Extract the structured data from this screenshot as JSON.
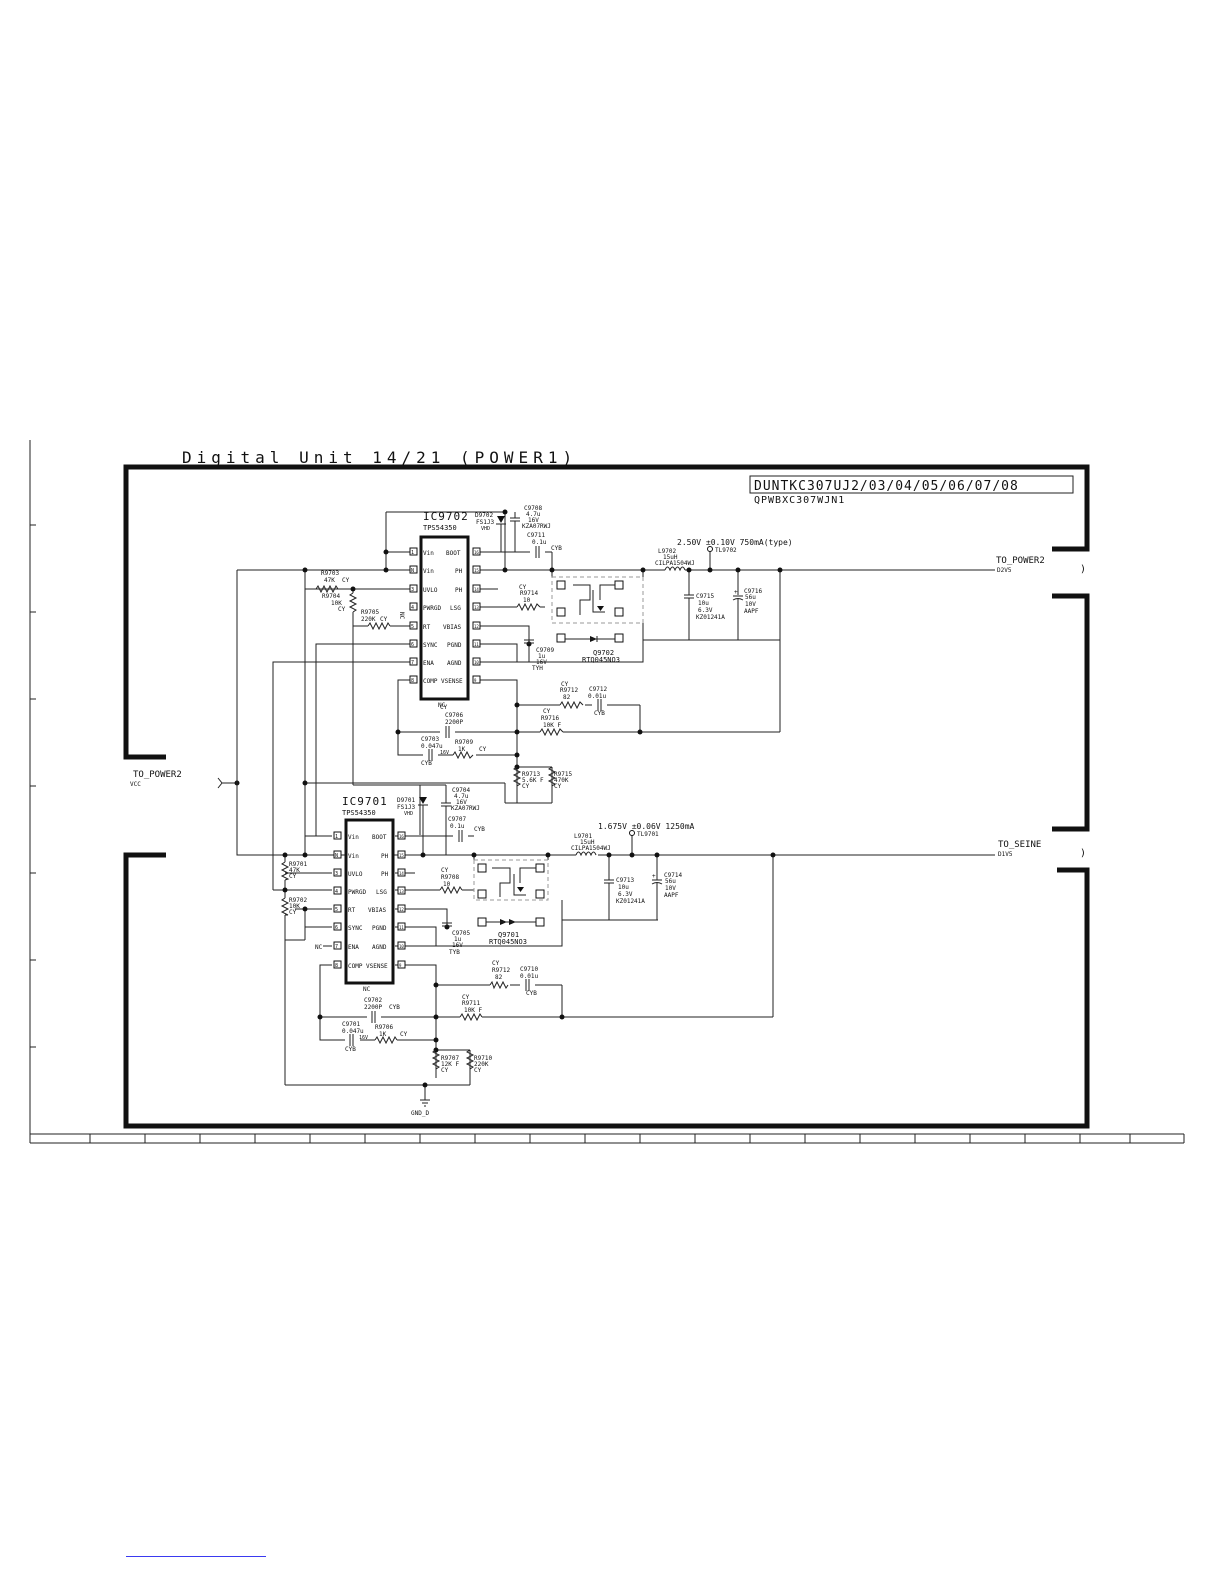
{
  "title": "Digital Unit 14/21 (POWER1)",
  "model_box": "DUNTKC307UJ2/03/04/05/06/07/08",
  "part_no": "QPWBXC307WJN1",
  "connectors": {
    "left_in": "TO_POWER2",
    "left_in_net": "VCC",
    "out1": "TO_POWER2",
    "out1_net": "D2V5",
    "out2": "TO_SEINE",
    "out2_net": "D1V5"
  },
  "gnd_label": "GND_D",
  "nc": "NC",
  "ic1": {
    "ref": "IC9702",
    "part": "TPS54350",
    "nc_bottom": "NC",
    "left_pins": [
      {
        "num": "1",
        "name": "Vin"
      },
      {
        "num": "N",
        "name": "Vin"
      },
      {
        "num": "3",
        "name": "UVLO"
      },
      {
        "num": "4",
        "name": "PWRGD"
      },
      {
        "num": "5",
        "name": "RT"
      },
      {
        "num": "6",
        "name": "SYNC"
      },
      {
        "num": "7",
        "name": "ENA"
      },
      {
        "num": "8",
        "name": "COMP"
      }
    ],
    "right_pins": [
      {
        "num": "16",
        "name": "BOOT"
      },
      {
        "num": "15",
        "name": "PH"
      },
      {
        "num": "14",
        "name": "PH"
      },
      {
        "num": "13",
        "name": "LSG"
      },
      {
        "num": "12",
        "name": "VBIAS"
      },
      {
        "num": "11",
        "name": "PGND"
      },
      {
        "num": "10",
        "name": "AGND"
      },
      {
        "num": "9",
        "name": "VSENSE"
      }
    ]
  },
  "ic2": {
    "ref": "IC9701",
    "part": "TPS54350",
    "nc_bottom": "NC",
    "left_pins": [
      {
        "num": "1",
        "name": "Vin"
      },
      {
        "num": "N",
        "name": "Vin"
      },
      {
        "num": "3",
        "name": "UVLO"
      },
      {
        "num": "4",
        "name": "PWRGD"
      },
      {
        "num": "5",
        "name": "RT"
      },
      {
        "num": "6",
        "name": "SYNC"
      },
      {
        "num": "7",
        "name": "ENA"
      },
      {
        "num": "8",
        "name": "COMP"
      }
    ],
    "right_pins": [
      {
        "num": "16",
        "name": "BOOT"
      },
      {
        "num": "15",
        "name": "PH"
      },
      {
        "num": "14",
        "name": "PH"
      },
      {
        "num": "13",
        "name": "LSG"
      },
      {
        "num": "12",
        "name": "VBIAS"
      },
      {
        "num": "11",
        "name": "PGND"
      },
      {
        "num": "10",
        "name": "AGND"
      },
      {
        "num": "9",
        "name": "VSENSE"
      }
    ]
  },
  "rail1": {
    "voltage": "2.50V ±0.10V 750mA(type)",
    "tp": "TL9702"
  },
  "rail2": {
    "voltage": "1.675V ±0.06V 1250mA",
    "tp": "TL9701"
  },
  "q1": {
    "ref": "Q9702",
    "part": "RTQ045NO3"
  },
  "q2": {
    "ref": "Q9701",
    "part": "RTQ045NO3"
  },
  "components": {
    "c9708": "C9708",
    "c9708_v": "4.7u",
    "c9708_r": "16V",
    "c9708_p": "KZA07RWJ",
    "d9702": "D9702",
    "d9702_p": "FS1J3",
    "d9702_v": "VHD",
    "c9711": "C9711",
    "c9711_v": "0.1u",
    "c9711_c": "CYB",
    "l9702": "L9702",
    "l9702_v": "15uH",
    "l9702_p": "CILPA1504WJ",
    "r9703": "R9703",
    "r9703_v": "47K",
    "cy": "CY",
    "r9704": "R9704",
    "r9704_v": "10K",
    "r9705": "R9705",
    "r9705_v": "220K",
    "r9714": "R9714",
    "r9714_v": "10",
    "c9715": "C9715",
    "c9715_v": "10u",
    "c9715_r": "6.3V",
    "c9715_p": "KZ01241A",
    "c9716": "C9716",
    "c9716_v": "56u",
    "c9716_r": "10V",
    "c9716_p": "AAPF",
    "c9709": "C9709",
    "c9709_v": "1u",
    "c9709_r": "16V",
    "c9709_c": "TYH",
    "r9712a": "R9712",
    "r9712a_v": "82",
    "c9712": "C9712",
    "c9712_v": "0.01u",
    "c9712_c": "CYB",
    "r9716": "R9716",
    "r9716_v": "10K F",
    "c9706": "C9706",
    "c9706_v": "2200P",
    "cyb": "CYB",
    "c9703": "C9703",
    "c9703_v": "0.047u",
    "c9703_r": "16V",
    "r9709": "R9709",
    "r9709_v": "1K",
    "r9713": "R9713",
    "r9713_v": "5.6K F",
    "r9715": "R9715",
    "r9715_v": "470K",
    "c9704": "C9704",
    "c9704_v": "4.7u",
    "c9704_r": "16V",
    "c9704_p": "KZA07RWJ",
    "d9701": "D9701",
    "d9701_p": "FS1J3",
    "d9701_v": "VHD",
    "c9707": "C9707",
    "c9707_v": "0.1u",
    "l9701": "L9701",
    "l9701_v": "15uH",
    "l9701_p": "CILPA1504WJ",
    "r9701": "R9701",
    "r9701_v": "47K",
    "r9702": "R9702",
    "r9702_v": "10K",
    "r9708": "R9708",
    "r9708_v": "10",
    "c9713": "C9713",
    "c9713_v": "10u",
    "c9713_r": "6.3V",
    "c9713_p": "KZ01241A",
    "c9714": "C9714",
    "c9714_v": "56u",
    "c9714_r": "10V",
    "c9714_p": "AAPF",
    "c9705": "C9705",
    "c9705_v": "1u",
    "c9705_r": "16V",
    "c9705_c": "TYB",
    "r9712b": "R9712",
    "r9712b_v": "82",
    "c9710": "C9710",
    "c9710_v": "0.01u",
    "r9711": "R9711",
    "r9711_v": "10K F",
    "c9702": "C9702",
    "c9702_v": "2200P",
    "c9701": "C9701",
    "c9701_v": "0.047u",
    "c9701_r": "16V",
    "r9706": "R9706",
    "r9706_v": "1K",
    "r9707": "R9707",
    "r9707_v": "12K F",
    "r9710": "R9710",
    "r9710_v": "220K"
  }
}
